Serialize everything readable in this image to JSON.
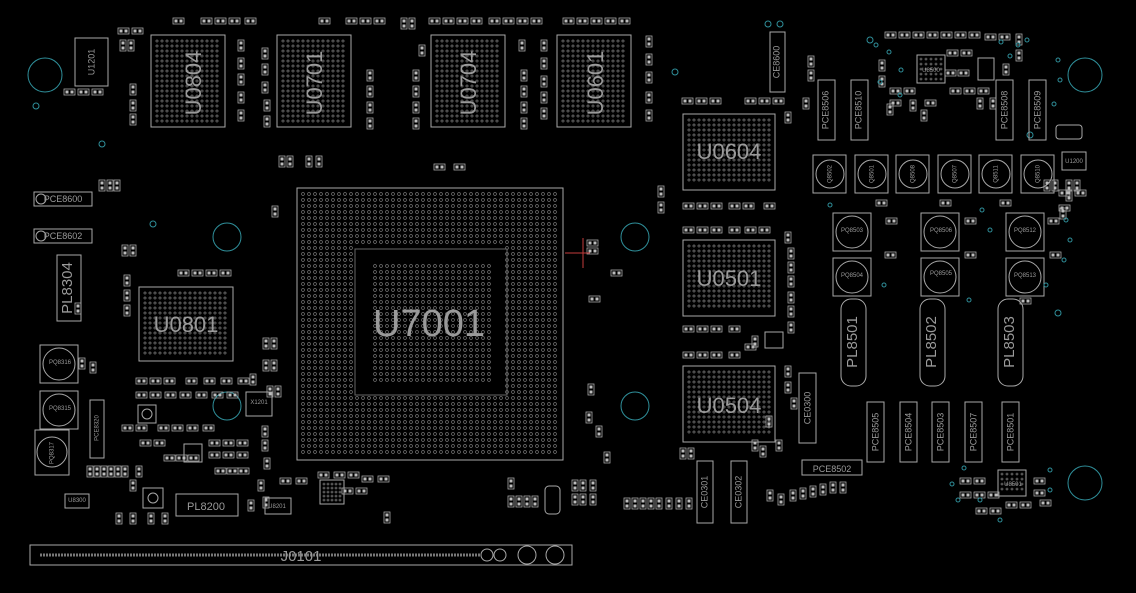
{
  "connector": {
    "label": "J0101"
  },
  "chips": {
    "u0804": "U0804",
    "u0701": "U0701",
    "u0704": "U0704",
    "u0601": "U0601",
    "u0604": "U0604",
    "u0501": "U0501",
    "u0504": "U0504",
    "u0801": "U0801",
    "u7000": "U7001",
    "u1201": "U1201"
  },
  "inductors": {
    "pl8304": "PL8304",
    "pl8501": "PL8501",
    "pl8502": "PL8502",
    "pl8503": "PL8503",
    "pl8200": "PL8200"
  },
  "capacitors": {
    "pce8600": "PCE8600",
    "pce8602": "PCE8602",
    "pce8506": "PCE8506",
    "pce8510": "PCE8510",
    "pce8508": "PCE8508",
    "pce8509": "PCE8509",
    "pce8502": "PCE8502",
    "ce8600": "CE8600",
    "ce0300": "CE0300",
    "ce0301": "CE0301",
    "ce0302": "CE0302",
    "pce8320": "PCE8320",
    "pce8505": "PCE8505",
    "pce8504": "PCE8504",
    "pce8503": "PCE8503",
    "pce8507": "PCE8507",
    "pce8501": "PCE8501"
  },
  "mosfets": {
    "q8502": "Q8502",
    "q8501": "Q8501",
    "q8508": "Q8508",
    "q8507": "Q8507",
    "q8511": "Q8511",
    "q8510": "Q8510",
    "pq8503": "PQ8503",
    "pq8504": "PQ8504",
    "pq8506": "PQ8506",
    "pq8505": "PQ8505",
    "pq8512": "PQ8512",
    "pq8513": "PQ8513",
    "pq8316": "PQ8316",
    "pq8315": "PQ8315",
    "pq8317": "PQ8317"
  },
  "small_parts": {
    "u8500": "U8500",
    "u1200": "U1200",
    "u8501": "U8501",
    "u8201": "U8201",
    "x1201": "X1201",
    "u8300": "U8300"
  }
}
